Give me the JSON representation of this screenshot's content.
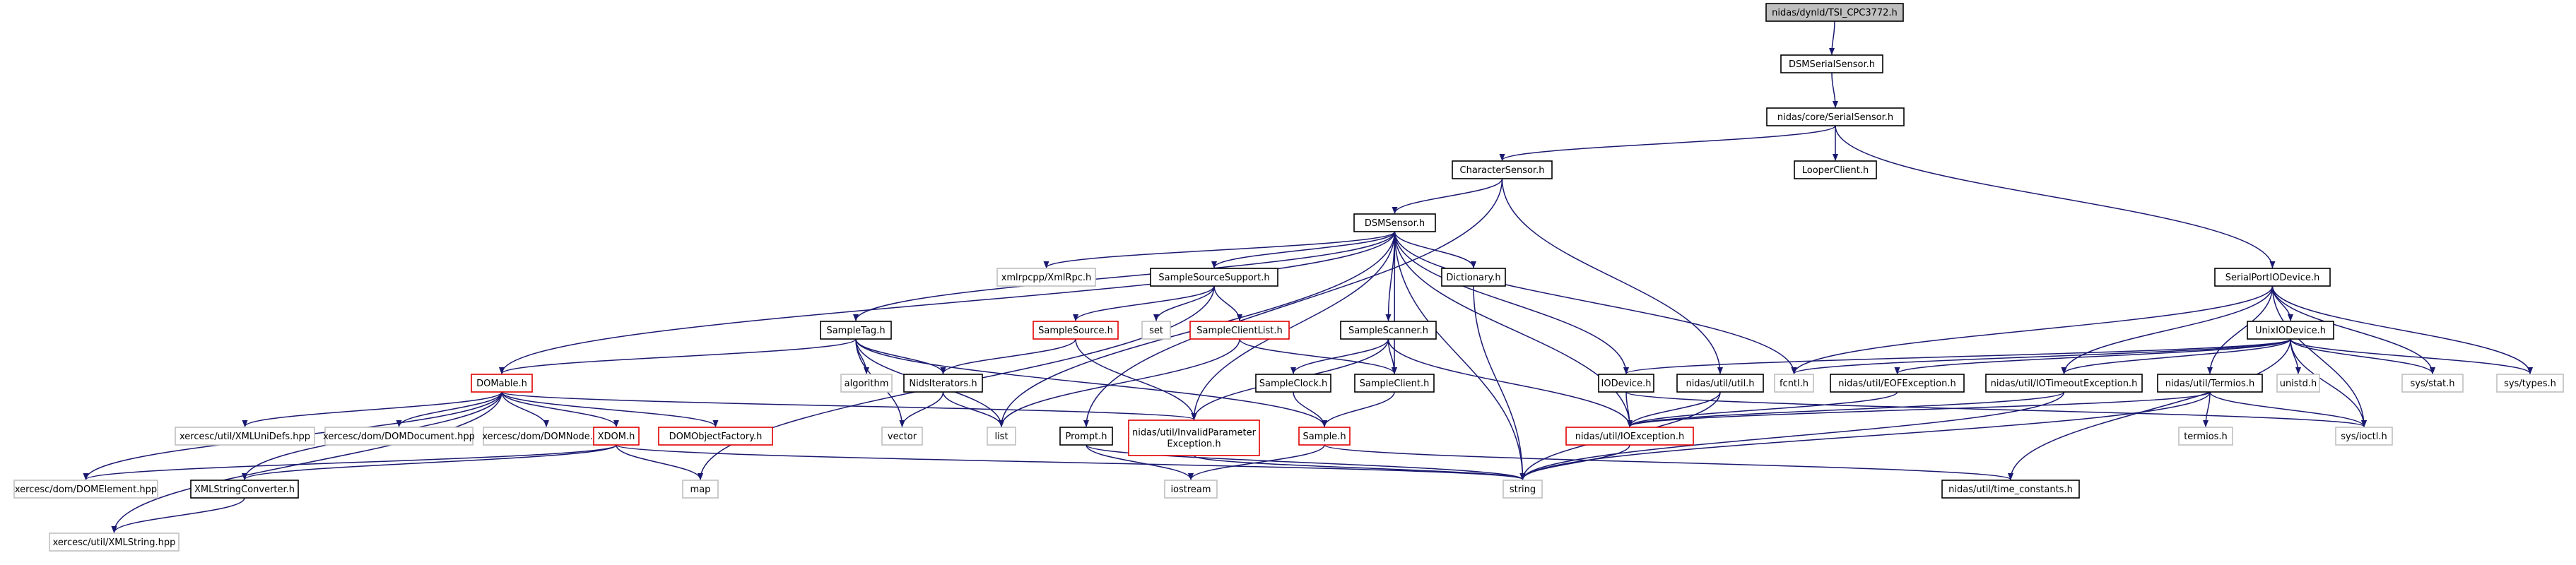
{
  "diagram": {
    "type": "include-dependency-graph",
    "nodes": [
      {
        "id": "root",
        "label": "nidas/dynld/TSI_CPC3772.h",
        "style": "root"
      },
      {
        "id": "dsmserial",
        "label": "DSMSerialSensor.h",
        "style": "black"
      },
      {
        "id": "coreserial",
        "label": "nidas/core/SerialSensor.h",
        "style": "black"
      },
      {
        "id": "charsensor",
        "label": "CharacterSensor.h",
        "style": "black"
      },
      {
        "id": "looper",
        "label": "LooperClient.h",
        "style": "black"
      },
      {
        "id": "serialport",
        "label": "SerialPortIODevice.h",
        "style": "black"
      },
      {
        "id": "dsmsensor",
        "label": "DSMSensor.h",
        "style": "black"
      },
      {
        "id": "xmlrpc",
        "label": "xmlrpcpp/XmlRpc.h",
        "style": "gray"
      },
      {
        "id": "sss",
        "label": "SampleSourceSupport.h",
        "style": "black"
      },
      {
        "id": "dictionary",
        "label": "Dictionary.h",
        "style": "black"
      },
      {
        "id": "unixio",
        "label": "UnixIODevice.h",
        "style": "black"
      },
      {
        "id": "samplesource",
        "label": "SampleSource.h",
        "style": "red"
      },
      {
        "id": "set",
        "label": "set",
        "style": "gray"
      },
      {
        "id": "sampleclientlist",
        "label": "SampleClientList.h",
        "style": "red"
      },
      {
        "id": "samplescanner",
        "label": "SampleScanner.h",
        "style": "black"
      },
      {
        "id": "sampletag",
        "label": "SampleTag.h",
        "style": "black"
      },
      {
        "id": "domable",
        "label": "DOMable.h",
        "style": "red"
      },
      {
        "id": "nidsiter",
        "label": "NidsIterators.h",
        "style": "black"
      },
      {
        "id": "algorithm",
        "label": "algorithm",
        "style": "gray"
      },
      {
        "id": "sampleclock",
        "label": "SampleClock.h",
        "style": "black"
      },
      {
        "id": "sampleclient",
        "label": "SampleClient.h",
        "style": "black"
      },
      {
        "id": "iodevice",
        "label": "IODevice.h",
        "style": "black"
      },
      {
        "id": "utilh",
        "label": "nidas/util/util.h",
        "style": "black"
      },
      {
        "id": "fcntl",
        "label": "fcntl.h",
        "style": "gray"
      },
      {
        "id": "eofex",
        "label": "nidas/util/EOFException.h",
        "style": "black"
      },
      {
        "id": "iotimeout",
        "label": "nidas/util/IOTimeoutException.h",
        "style": "black"
      },
      {
        "id": "termios",
        "label": "nidas/util/Termios.h",
        "style": "black"
      },
      {
        "id": "unistd",
        "label": "unistd.h",
        "style": "gray"
      },
      {
        "id": "sysstat",
        "label": "sys/stat.h",
        "style": "gray"
      },
      {
        "id": "systypes",
        "label": "sys/types.h",
        "style": "gray"
      },
      {
        "id": "xmlunidefs",
        "label": "xercesc/util/XMLUniDefs.hpp",
        "style": "gray"
      },
      {
        "id": "domdocument",
        "label": "xercesc/dom/DOMDocument.hpp",
        "style": "gray"
      },
      {
        "id": "domnode",
        "label": "xercesc/dom/DOMNode.hpp",
        "style": "gray"
      },
      {
        "id": "xdom",
        "label": "XDOM.h",
        "style": "red"
      },
      {
        "id": "domobjfactory",
        "label": "DOMObjectFactory.h",
        "style": "red"
      },
      {
        "id": "vector",
        "label": "vector",
        "style": "gray"
      },
      {
        "id": "list",
        "label": "list",
        "style": "gray"
      },
      {
        "id": "prompt",
        "label": "Prompt.h",
        "style": "black"
      },
      {
        "id": "invalidparam",
        "label": "nidas/util/InvalidParameter\nException.h",
        "style": "red"
      },
      {
        "id": "sampleh",
        "label": "Sample.h",
        "style": "red"
      },
      {
        "id": "ioexception",
        "label": "nidas/util/IOException.h",
        "style": "red"
      },
      {
        "id": "sysioctl",
        "label": "sys/ioctl.h",
        "style": "gray"
      },
      {
        "id": "termiosh",
        "label": "termios.h",
        "style": "gray"
      },
      {
        "id": "domelement",
        "label": "xercesc/dom/DOMElement.hpp",
        "style": "gray"
      },
      {
        "id": "xmlstrconv",
        "label": "XMLStringConverter.h",
        "style": "black"
      },
      {
        "id": "map",
        "label": "map",
        "style": "gray"
      },
      {
        "id": "iostream",
        "label": "iostream",
        "style": "gray"
      },
      {
        "id": "string",
        "label": "string",
        "style": "gray"
      },
      {
        "id": "timeconst",
        "label": "nidas/util/time_constants.h",
        "style": "black"
      },
      {
        "id": "xmlstring",
        "label": "xercesc/util/XMLString.hpp",
        "style": "gray"
      }
    ],
    "edges": [
      [
        "root",
        "dsmserial"
      ],
      [
        "dsmserial",
        "coreserial"
      ],
      [
        "coreserial",
        "charsensor"
      ],
      [
        "coreserial",
        "looper"
      ],
      [
        "coreserial",
        "serialport"
      ],
      [
        "charsensor",
        "dsmsensor"
      ],
      [
        "charsensor",
        "prompt"
      ],
      [
        "charsensor",
        "utilh"
      ],
      [
        "serialport",
        "unixio"
      ],
      [
        "serialport",
        "fcntl"
      ],
      [
        "serialport",
        "iotimeout"
      ],
      [
        "serialport",
        "termios"
      ],
      [
        "serialport",
        "sysstat"
      ],
      [
        "serialport",
        "systypes"
      ],
      [
        "serialport",
        "sysioctl"
      ],
      [
        "dsmsensor",
        "xmlrpc"
      ],
      [
        "dsmsensor",
        "sss"
      ],
      [
        "dsmsensor",
        "dictionary"
      ],
      [
        "dsmsensor",
        "samplescanner"
      ],
      [
        "dsmsensor",
        "sampletag"
      ],
      [
        "dsmsensor",
        "domable"
      ],
      [
        "dsmsensor",
        "iodevice"
      ],
      [
        "dsmsensor",
        "fcntl"
      ],
      [
        "dsmsensor",
        "sampleclient"
      ],
      [
        "dsmsensor",
        "invalidparam"
      ],
      [
        "dsmsensor",
        "ioexception"
      ],
      [
        "dsmsensor",
        "string"
      ],
      [
        "dsmsensor",
        "list"
      ],
      [
        "sss",
        "samplesource"
      ],
      [
        "sss",
        "set"
      ],
      [
        "sss",
        "sampleclientlist"
      ],
      [
        "sss",
        "map"
      ],
      [
        "dictionary",
        "string"
      ],
      [
        "unixio",
        "iodevice"
      ],
      [
        "unixio",
        "eofex"
      ],
      [
        "unixio",
        "iotimeout"
      ],
      [
        "unixio",
        "unistd"
      ],
      [
        "unixio",
        "sysstat"
      ],
      [
        "unixio",
        "systypes"
      ],
      [
        "unixio",
        "fcntl"
      ],
      [
        "unixio",
        "sysioctl"
      ],
      [
        "unixio",
        "timeconst"
      ],
      [
        "samplesource",
        "nidsiter"
      ],
      [
        "samplesource",
        "invalidparam"
      ],
      [
        "sampleclientlist",
        "sampleclient"
      ],
      [
        "sampleclientlist",
        "list"
      ],
      [
        "samplescanner",
        "sampleclock"
      ],
      [
        "samplescanner",
        "sampleclient"
      ],
      [
        "samplescanner",
        "invalidparam"
      ],
      [
        "samplescanner",
        "ioexception"
      ],
      [
        "sampletag",
        "domable"
      ],
      [
        "sampletag",
        "nidsiter"
      ],
      [
        "sampletag",
        "algorithm"
      ],
      [
        "sampletag",
        "vector"
      ],
      [
        "sampletag",
        "list"
      ],
      [
        "sampletag",
        "sampleh"
      ],
      [
        "domable",
        "xmlunidefs"
      ],
      [
        "domable",
        "domdocument"
      ],
      [
        "domable",
        "domnode"
      ],
      [
        "domable",
        "xdom"
      ],
      [
        "domable",
        "domobjfactory"
      ],
      [
        "domable",
        "invalidparam"
      ],
      [
        "domable",
        "domelement"
      ],
      [
        "domable",
        "xmlstrconv"
      ],
      [
        "domable",
        "xmlstring"
      ],
      [
        "nidsiter",
        "vector"
      ],
      [
        "nidsiter",
        "list"
      ],
      [
        "sampleclock",
        "sampleh"
      ],
      [
        "sampleclient",
        "sampleh"
      ],
      [
        "iodevice",
        "ioexception"
      ],
      [
        "iodevice",
        "sysioctl"
      ],
      [
        "utilh",
        "ioexception"
      ],
      [
        "utilh",
        "string"
      ],
      [
        "eofex",
        "ioexception"
      ],
      [
        "iotimeout",
        "ioexception"
      ],
      [
        "iotimeout",
        "string"
      ],
      [
        "termios",
        "ioexception"
      ],
      [
        "termios",
        "termiosh"
      ],
      [
        "termios",
        "sysioctl"
      ],
      [
        "termios",
        "string"
      ],
      [
        "xdom",
        "domelement"
      ],
      [
        "xdom",
        "xmlstrconv"
      ],
      [
        "xdom",
        "map"
      ],
      [
        "xdom",
        "string"
      ],
      [
        "prompt",
        "iostream"
      ],
      [
        "prompt",
        "string"
      ],
      [
        "invalidparam",
        "string"
      ],
      [
        "sampleh",
        "iostream"
      ],
      [
        "sampleh",
        "timeconst"
      ],
      [
        "ioexception",
        "string"
      ],
      [
        "xmlstrconv",
        "xmlstring"
      ]
    ]
  },
  "colors": {
    "edge": "#191970",
    "root_fill": "#bfbfbf",
    "stroke_black": "#000000",
    "stroke_red": "#e00000",
    "stroke_gray": "#bfbfbf"
  }
}
